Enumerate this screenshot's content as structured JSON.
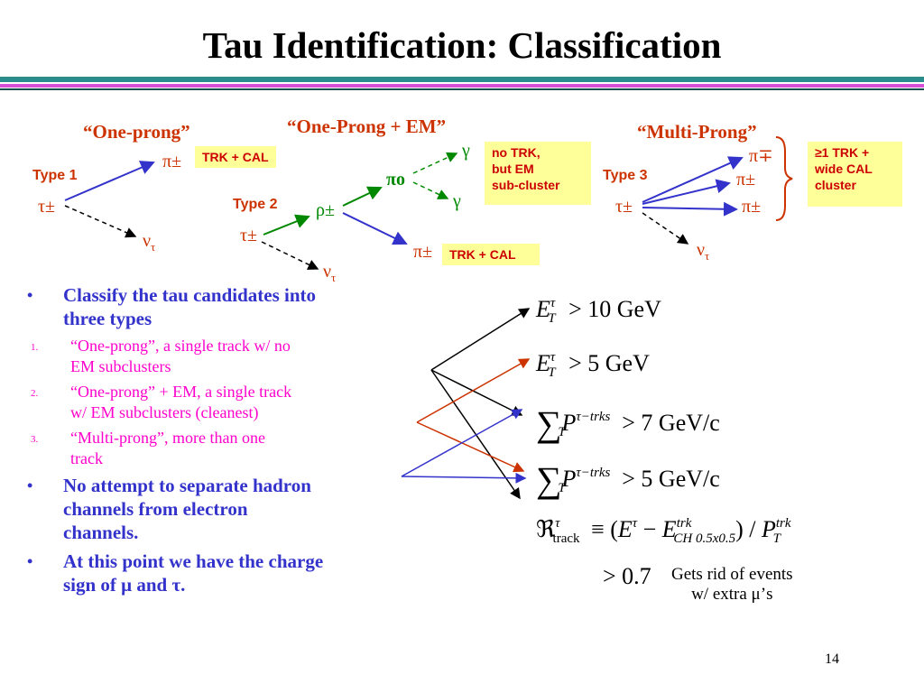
{
  "title": "Tau Identification: Classification",
  "colors": {
    "rule_teal": "#2b8c8c",
    "rule_pink": "#d64fd6",
    "rule_dark": "#1a4d4d",
    "orange": "#cc3300",
    "blue": "#3333cc",
    "magenta": "#ff00cc",
    "green": "#008800",
    "box": "#ffff99"
  },
  "diagram": {
    "one_prong": {
      "label": "“One-prong”",
      "type": "Type 1",
      "tau": "τ±",
      "pi": "π±",
      "nu": "ν",
      "nu_sub": "τ",
      "box": "TRK + CAL"
    },
    "one_prong_em": {
      "label": "“One-Prong + EM”",
      "type": "Type 2",
      "tau": "τ±",
      "rho": "ρ±",
      "pi0": "πo",
      "gamma1": "γ",
      "gamma2": "γ",
      "pi": "π±",
      "nu": "ν",
      "nu_sub": "τ",
      "box_em": [
        "no TRK,",
        "but EM",
        "sub-cluster"
      ],
      "box_trk": "TRK + CAL"
    },
    "multi_prong": {
      "label": "“Multi-Prong”",
      "type": "Type 3",
      "tau": "τ±",
      "pi1": "π∓",
      "pi2": "π±",
      "pi3": "π±",
      "nu": "ν",
      "nu_sub": "τ",
      "box": [
        "≥1 TRK +",
        "wide CAL",
        "cluster"
      ]
    }
  },
  "bullets": {
    "b1": [
      "Classify the tau candidates into",
      "three types"
    ],
    "sub": [
      {
        "num": "1.",
        "lines": [
          "“One-prong”, a single track w/ no",
          "EM subclusters"
        ]
      },
      {
        "num": "2.",
        "lines": [
          "“One-prong” + EM, a single track",
          "w/ EM subclusters (cleanest)"
        ]
      },
      {
        "num": "3.",
        "lines": [
          "“Multi-prong”, more than one",
          "track"
        ]
      }
    ],
    "b2": [
      "No attempt to separate hadron",
      "channels  from electron",
      "channels."
    ],
    "b3_pre": "At this point we have the charge",
    "b3_line2": "sign of μ and τ."
  },
  "cuts": {
    "c1": {
      "var": "E",
      "sup": "τ",
      "sub": "T",
      "rel": "> 10 GeV"
    },
    "c2": {
      "var": "E",
      "sup": "τ",
      "sub": "T",
      "rel": "> 5 GeV"
    },
    "c3": {
      "sum": "∑",
      "var": "P",
      "sup": "τ−trks",
      "sub": "T",
      "rel": "> 7 GeV/c"
    },
    "c4": {
      "sum": "∑",
      "var": "P",
      "sup": "τ−trks",
      "sub": "T",
      "rel": "> 5 GeV/c"
    },
    "c5": {
      "lhs": "ℜ",
      "lhs_sup": "τ",
      "lhs_sub": "track",
      "eqv": "≡ (",
      "e": "E",
      "e_sup": "τ",
      "minus": " − ",
      "e2": "E",
      "e2_sup": "trk",
      "e2_sub": "CH 0.5x0.5",
      "close": ") / ",
      "p": "P",
      "p_sup": "trk",
      "p_sub": "T"
    },
    "c6": {
      "rel": "> 0.7"
    },
    "note": [
      "Gets rid of events",
      "w/ extra μ’s"
    ]
  },
  "page_number": "14"
}
